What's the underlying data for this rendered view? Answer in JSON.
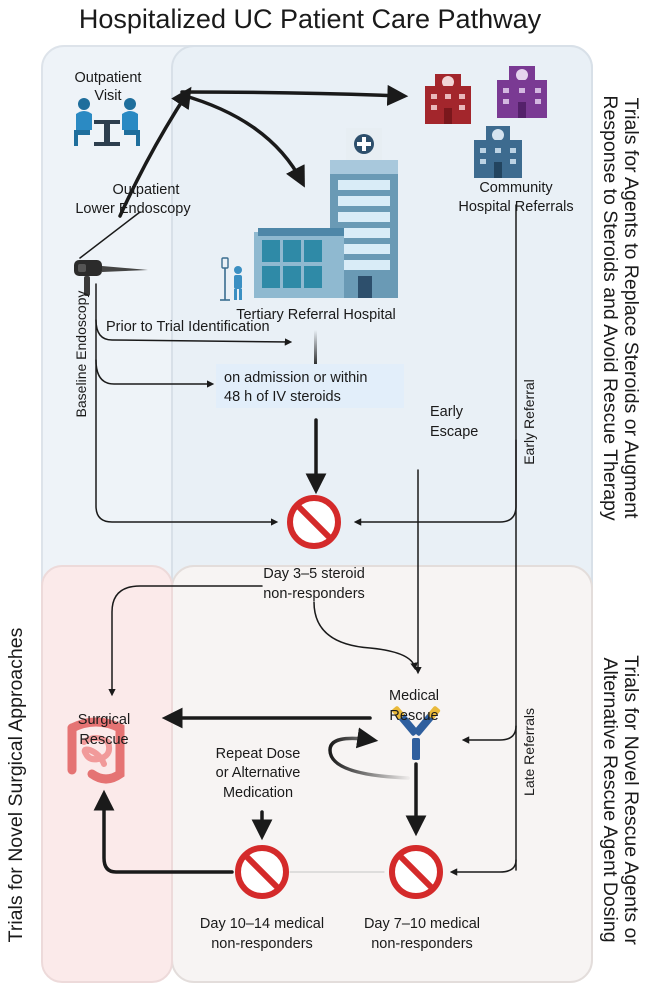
{
  "title": "Hospitalized UC Patient Care Pathway",
  "side_labels": {
    "top_line1": "Trials for Agents to Replace Steroids or Augment",
    "top_line2": "Response to Steroids and Avoid Rescue Therapy",
    "bottom_line1": "Trials for Novel Rescue Agents or",
    "bottom_line2": "Alternative Rescue Agent Dosing",
    "left": "Trials for Novel Surgical Approaches"
  },
  "nodes": {
    "outpatient_visit_1": "Outpatient",
    "outpatient_visit_2": "Visit",
    "outpatient_endoscopy_1": "Outpatient",
    "outpatient_endoscopy_2": "Lower Endoscopy",
    "baseline_endoscopy": "Baseline Endoscopy",
    "tertiary_hospital": "Tertiary Referral Hospital",
    "community_referrals_1": "Community",
    "community_referrals_2": "Hospital Referrals",
    "prior_trial": "Prior to Trial Identification",
    "on_admission_1": "on admission or within",
    "on_admission_2": "48 h of IV steroids",
    "early_escape_1": "Early",
    "early_escape_2": "Escape",
    "early_referral": "Early Referral",
    "late_referrals": "Late Referrals",
    "day3_5_1": "Day 3–5 steroid",
    "day3_5_2": "non-responders",
    "medical_rescue_1": "Medical",
    "medical_rescue_2": "Rescue",
    "surgical_rescue_1": "Surgical",
    "surgical_rescue_2": "Rescue",
    "repeat_dose_1": "Repeat Dose",
    "repeat_dose_2": "or Alternative",
    "repeat_dose_3": "Medication",
    "day10_14_1": "Day 10–14 medical",
    "day10_14_2": "non-responders",
    "day7_10_1": "Day 7–10 medical",
    "day7_10_2": "non-responders"
  },
  "icons": {
    "visit": "doctor-patient-consultation-icon",
    "endoscope": "endoscope-icon",
    "hospital": "tertiary-hospital-building-icon",
    "community": "community-hospital-icon",
    "stop": "prohibition-icon",
    "antibody": "antibody-icon",
    "intestine": "intestine-icon",
    "patient": "patient-iv-drip-icon"
  },
  "colors": {
    "stop_red": "#d42a2a",
    "hospital_red": "#a3262c",
    "hospital_purple": "#7a3a93",
    "hospital_blue": "#3d6b8f",
    "panel_top": "#eef3f8",
    "panel_bottom": "#f6f3f2",
    "panel_left": "#fbe9e9",
    "arrow": "#1a1a1a"
  }
}
